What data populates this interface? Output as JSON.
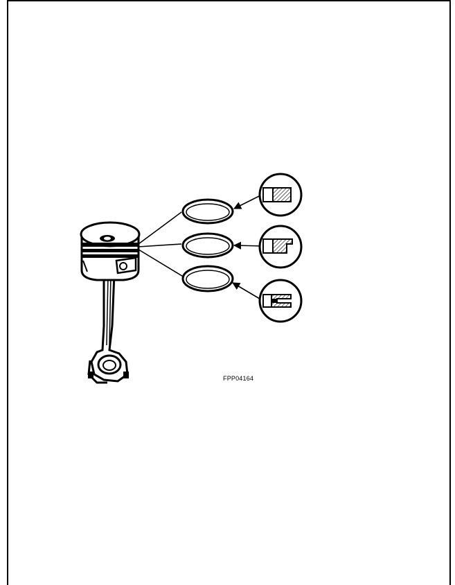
{
  "figure": {
    "code": "FPP04164",
    "parts": [
      "piston",
      "connecting-rod",
      "top-compression-ring",
      "second-compression-ring",
      "oil-control-ring"
    ]
  }
}
